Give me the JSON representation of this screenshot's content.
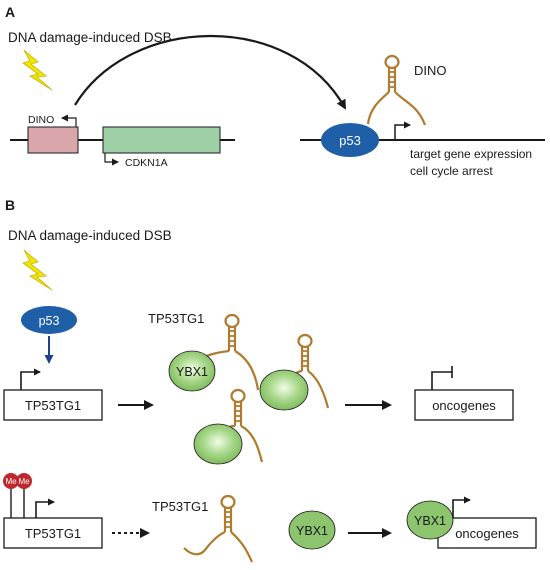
{
  "panel_a": {
    "label": "A",
    "trigger": "DNA damage-induced DSB",
    "dino_gene": "DINO",
    "cdkn1a_gene": "CDKN1A",
    "dino_rna": "DINO",
    "p53": "p53",
    "outcome_line1": "target gene expression",
    "outcome_line2": "cell cycle arrest"
  },
  "panel_b": {
    "label": "B",
    "trigger": "DNA damage-induced DSB",
    "p53": "p53",
    "gene_top": "TP53TG1",
    "rna_label_top": "TP53TG1",
    "ybx1_top": "YBX1",
    "oncogenes_top": "oncogenes",
    "methyl_1": "Me",
    "methyl_2": "Me",
    "gene_bottom": "TP53TG1",
    "rna_label_bottom": "TP53TG1",
    "ybx1_free": "YBX1",
    "ybx1_bound": "YBX1",
    "oncogenes_bottom": "oncogenes"
  },
  "colors": {
    "p53_blue": "#1f5fa8",
    "rna_brown": "#b07a2f",
    "ybx1_green": "#8cc56e",
    "dino_box": "#d9a7ab",
    "cdkn1a_box": "#9fcfa6",
    "methyl_red": "#c0262d",
    "lightning_yellow": "#f2e500"
  }
}
